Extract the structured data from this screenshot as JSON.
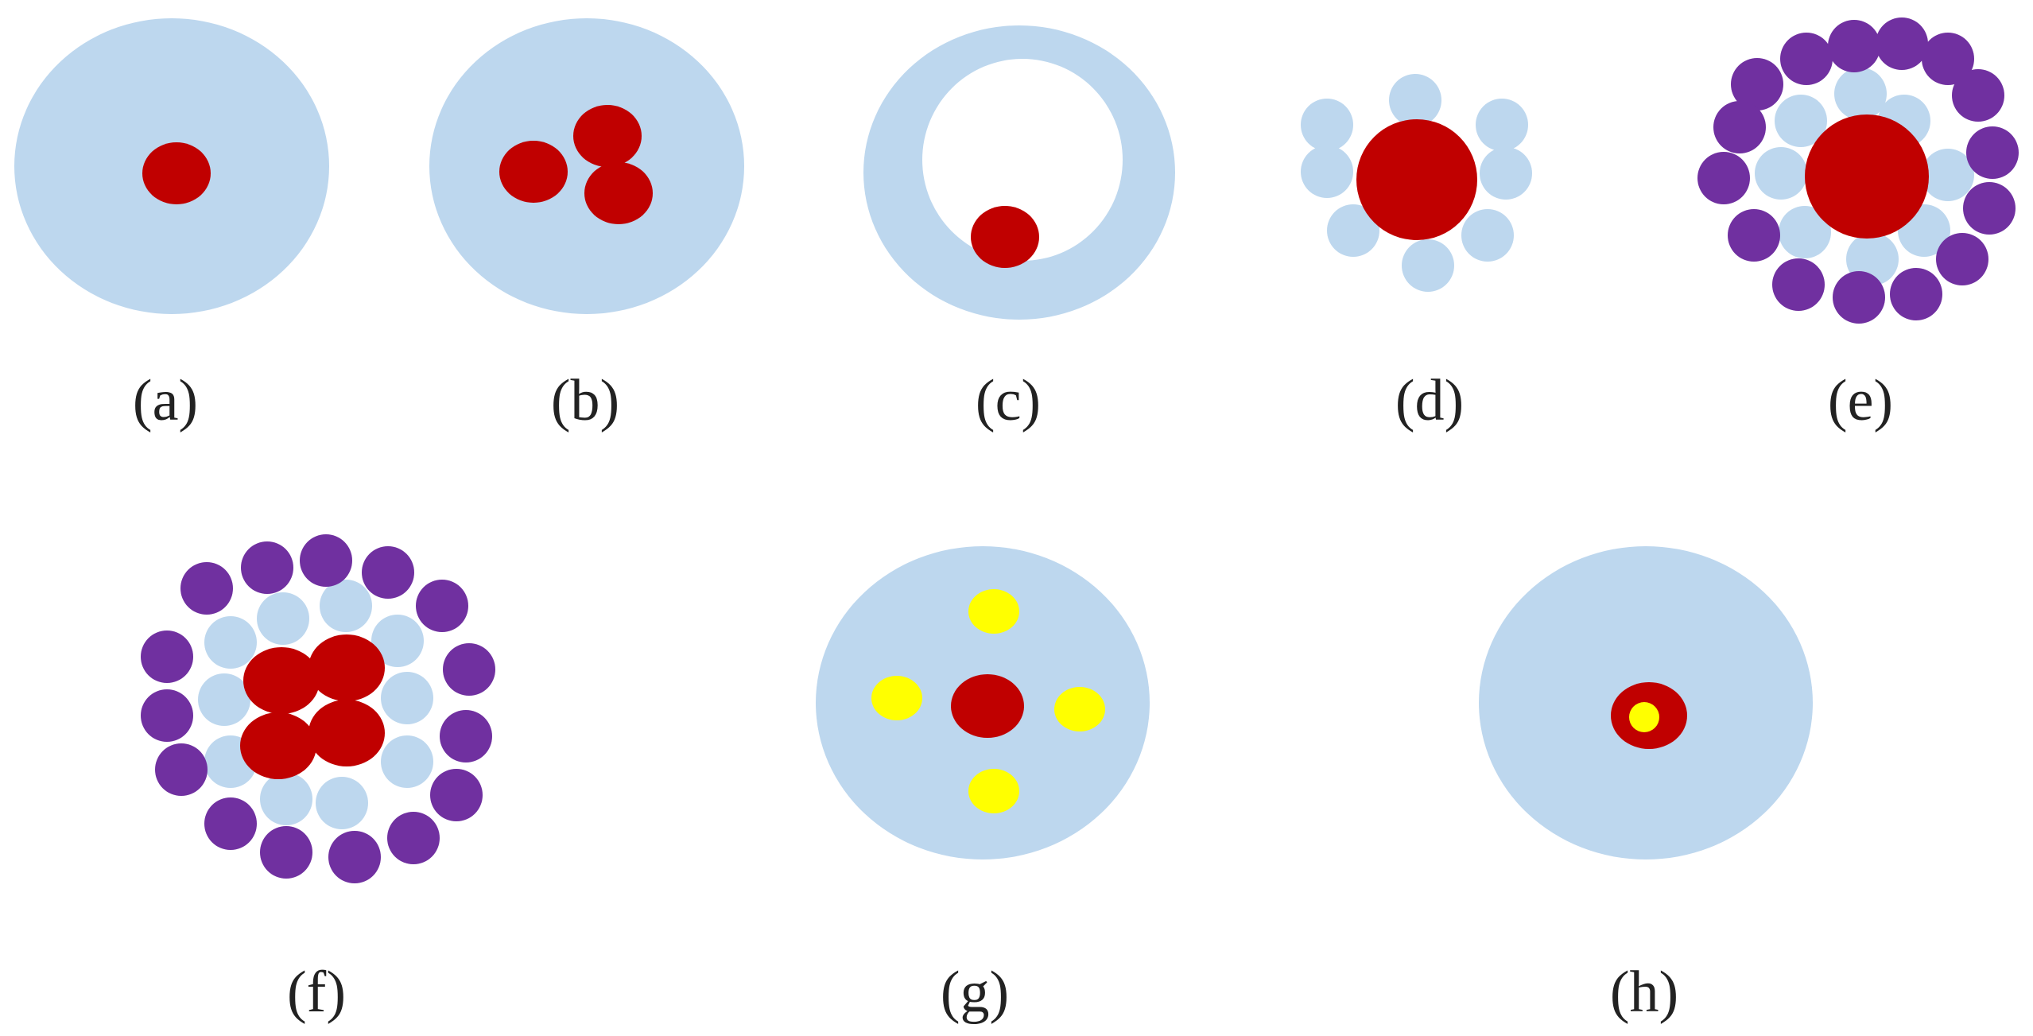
{
  "colors": {
    "matrix": "#bdd7ee",
    "core": "#c00000",
    "outer_shell": "#7030a0",
    "dopant": "#ffff00",
    "background": "#ffffff"
  },
  "panels": [
    {
      "id": "a",
      "label": "(a)"
    },
    {
      "id": "b",
      "label": "(b)"
    },
    {
      "id": "c",
      "label": "(c)"
    },
    {
      "id": "d",
      "label": "(d)"
    },
    {
      "id": "e",
      "label": "(e)"
    },
    {
      "id": "f",
      "label": "(f)"
    },
    {
      "id": "g",
      "label": "(g)"
    },
    {
      "id": "h",
      "label": "(h)"
    }
  ]
}
